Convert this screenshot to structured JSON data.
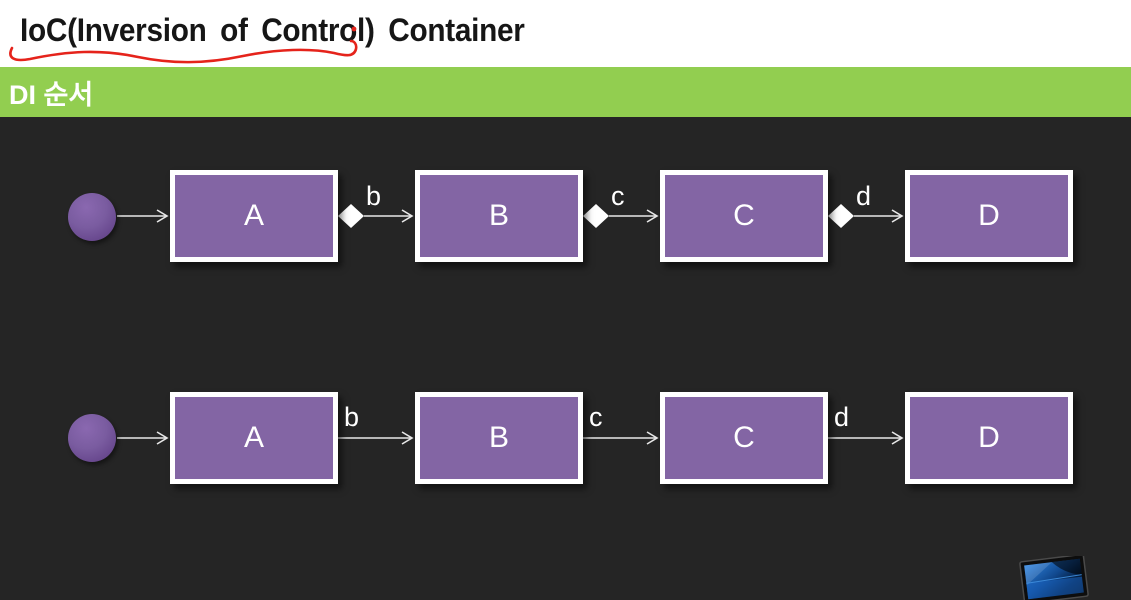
{
  "slide": {
    "title": "IoC(Inversion of Control) Container",
    "section_label": "DI 순서"
  },
  "annotation": {
    "type": "hand-drawn-underline-with-dot",
    "color": "#e5231b",
    "spans_text": "IoC(Inversion of Control)"
  },
  "colors": {
    "header_bg": "#ffffff",
    "title_text": "#161616",
    "annotation_red": "#e5231b",
    "section_bg": "#92ce50",
    "section_text": "#ffffff",
    "body_bg": "#252525",
    "node_fill": "#8365a4",
    "node_border": "#ffffff",
    "node_text": "#ffffff",
    "connector": "#e8e8e8",
    "diamond_fill": "#ffffff",
    "start_node_fill": "#7a5ca0"
  },
  "diagram": {
    "rows": [
      {
        "name": "di-order-with-diamond-connectors",
        "start_node": "circle",
        "connector_style": "diamond-and-arrow",
        "nodes": [
          {
            "label": "A"
          },
          {
            "label": "B"
          },
          {
            "label": "C"
          },
          {
            "label": "D"
          }
        ],
        "edge_labels": [
          "b",
          "c",
          "d"
        ]
      },
      {
        "name": "di-order-plain-arrows",
        "start_node": "circle",
        "connector_style": "arrow",
        "nodes": [
          {
            "label": "A"
          },
          {
            "label": "B"
          },
          {
            "label": "C"
          },
          {
            "label": "D"
          }
        ],
        "edge_labels": [
          "b",
          "c",
          "d"
        ]
      }
    ]
  },
  "footer": {
    "logo": "monitor-logo-icon"
  }
}
